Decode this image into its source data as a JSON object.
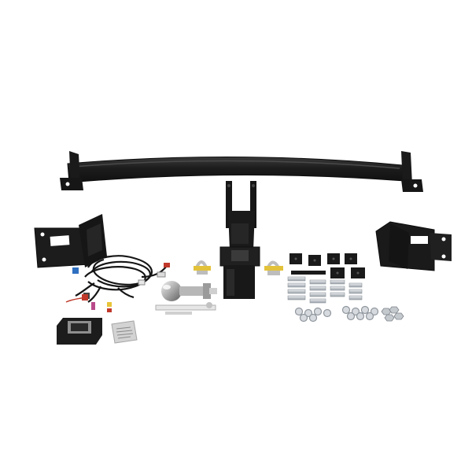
{
  "image": {
    "background": "#ffffff",
    "colors": {
      "steel_black": "#1b1b1b",
      "steel_highlight": "#3c3c3c",
      "chrome": "#c9c9c9",
      "chrome_dark": "#8a8a8a",
      "zinc": "#d9dde2",
      "zinc_dark": "#9aa1a8",
      "wire_red": "#c0392b",
      "wire_blue": "#2f6fc0",
      "label_yellow": "#e8c43a",
      "paper": "#d7d7d7"
    },
    "items": [
      "tow-bar-crossbeam",
      "left-mounting-bracket",
      "right-mounting-bracket",
      "receiver-hitch",
      "wiring-harness",
      "tow-ball",
      "shackle-left",
      "shackle-right",
      "spacer-plates",
      "bolt-set",
      "washer-set",
      "nut-set",
      "receiver-cover",
      "instruction-leaflet",
      "fuse-and-connectors"
    ]
  }
}
